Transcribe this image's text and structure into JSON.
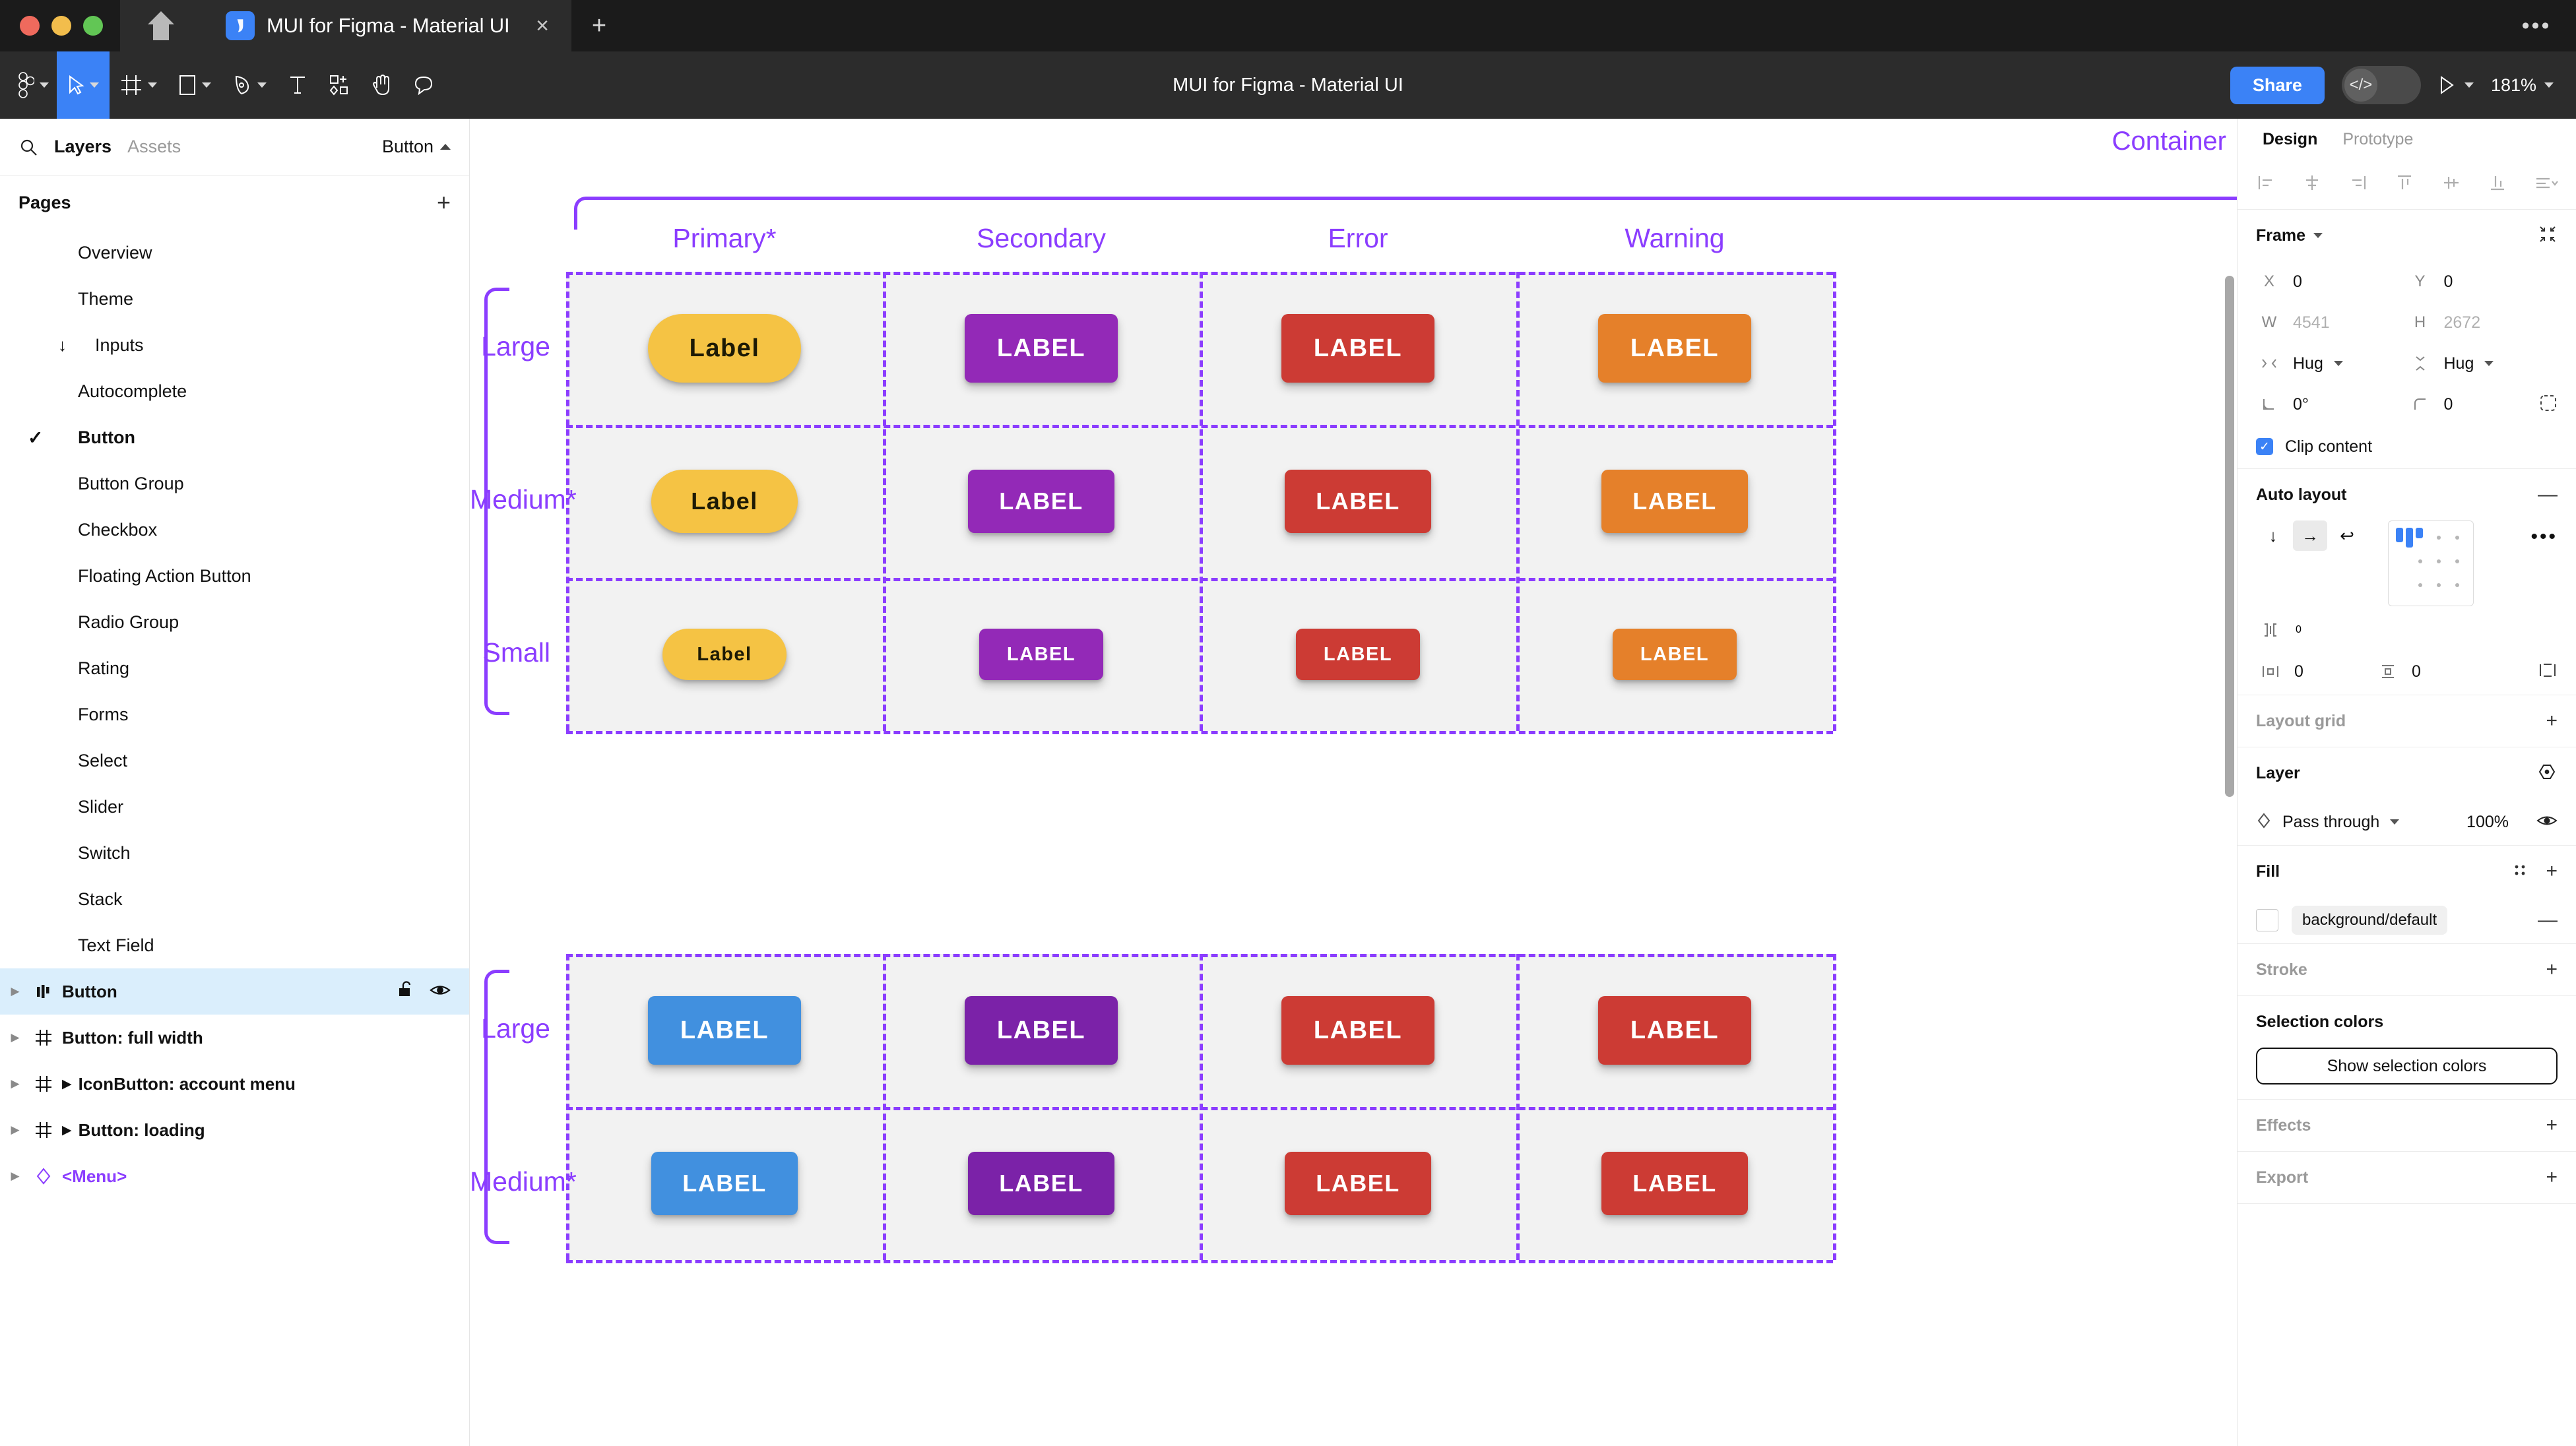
{
  "window": {
    "tab_title": "MUI for Figma - Material UI",
    "tab_close": "×",
    "new_tab": "+",
    "window_menu": "•••"
  },
  "toolbar": {
    "document_title": "MUI for Figma - Material UI",
    "share_label": "Share",
    "code_glyph": "</>",
    "zoom_level": "181%",
    "tools": [
      {
        "name": "figma-menu-icon",
        "has_caret": true
      },
      {
        "name": "move-tool-icon",
        "has_caret": true,
        "active": true
      },
      {
        "name": "frame-tool-icon",
        "has_caret": true
      },
      {
        "name": "shape-tool-icon",
        "has_caret": true
      },
      {
        "name": "pen-tool-icon",
        "has_caret": true
      },
      {
        "name": "text-tool-icon",
        "has_caret": false
      },
      {
        "name": "resources-tool-icon",
        "has_caret": false
      },
      {
        "name": "hand-tool-icon",
        "has_caret": false
      },
      {
        "name": "comment-tool-icon",
        "has_caret": false
      }
    ]
  },
  "left_panel": {
    "tabs": [
      {
        "label": "Layers",
        "selected": true
      },
      {
        "label": "Assets",
        "selected": false
      }
    ],
    "page_selector": "Button",
    "pages_title": "Pages",
    "pages": [
      {
        "label": "Overview",
        "indent": 1,
        "selected": false,
        "arrow": false
      },
      {
        "label": "Theme",
        "indent": 1,
        "selected": false,
        "arrow": false
      },
      {
        "label": "Inputs",
        "indent": 1,
        "selected": false,
        "arrow": true
      },
      {
        "label": "Autocomplete",
        "indent": 2,
        "selected": false,
        "arrow": false
      },
      {
        "label": "Button",
        "indent": 2,
        "selected": true,
        "arrow": false
      },
      {
        "label": "Button Group",
        "indent": 2,
        "selected": false,
        "arrow": false
      },
      {
        "label": "Checkbox",
        "indent": 2,
        "selected": false,
        "arrow": false
      },
      {
        "label": "Floating Action Button",
        "indent": 2,
        "selected": false,
        "arrow": false
      },
      {
        "label": "Radio Group",
        "indent": 2,
        "selected": false,
        "arrow": false
      },
      {
        "label": "Rating",
        "indent": 2,
        "selected": false,
        "arrow": false
      },
      {
        "label": "Forms",
        "indent": 2,
        "selected": false,
        "arrow": false
      },
      {
        "label": "Select",
        "indent": 2,
        "selected": false,
        "arrow": false
      },
      {
        "label": "Slider",
        "indent": 2,
        "selected": false,
        "arrow": false
      },
      {
        "label": "Switch",
        "indent": 2,
        "selected": false,
        "arrow": false
      },
      {
        "label": "Stack",
        "indent": 2,
        "selected": false,
        "arrow": false
      },
      {
        "label": "Text Field",
        "indent": 2,
        "selected": false,
        "arrow": false
      }
    ],
    "layers": [
      {
        "name": "Button",
        "icon": "component-set-icon",
        "selected": true,
        "expand_caret": false,
        "lock": true,
        "eye": true
      },
      {
        "name": "Button: full width",
        "icon": "frame-icon",
        "selected": false,
        "expand_caret": false
      },
      {
        "name": "IconButton: account menu",
        "icon": "frame-icon",
        "selected": false,
        "expand_caret": true
      },
      {
        "name": "Button: loading",
        "icon": "frame-icon",
        "selected": false,
        "expand_caret": true
      },
      {
        "name": "<Menu>",
        "icon": "component-instance-icon",
        "selected": false,
        "expand_caret": false,
        "is_instance": true
      }
    ]
  },
  "right_panel": {
    "tabs": [
      {
        "label": "Design",
        "selected": true
      },
      {
        "label": "Prototype",
        "selected": false
      }
    ],
    "align_icons": [
      "align-left-icon",
      "align-horizontal-center-icon",
      "align-right-icon",
      "align-top-icon",
      "align-vertical-center-icon",
      "align-bottom-icon",
      "distribute-menu-icon"
    ],
    "frame": {
      "title": "Frame",
      "x_label": "X",
      "x_value": "0",
      "y_label": "Y",
      "y_value": "0",
      "w_label": "W",
      "w_value": "4541",
      "h_label": "H",
      "h_value": "2672",
      "resize_w": "Hug",
      "resize_h": "Hug",
      "rotation": "0°",
      "corner_radius": "0",
      "clip_content_label": "Clip content",
      "clip_content_checked": true
    },
    "auto_layout": {
      "title": "Auto layout",
      "direction_vertical": "↓",
      "direction_horizontal": "→",
      "direction_wrap": "↩",
      "selected_direction": "horizontal",
      "gap_value": "0",
      "padding_horizontal": "0",
      "padding_vertical": "0",
      "more": "•••"
    },
    "layout_grid": {
      "title": "Layout grid"
    },
    "layer": {
      "title": "Layer",
      "blend_mode": "Pass through",
      "opacity": "100%"
    },
    "fill": {
      "title": "Fill",
      "token": "background/default"
    },
    "stroke": {
      "title": "Stroke"
    },
    "selection_colors": {
      "title": "Selection colors",
      "button_label": "Show selection colors"
    },
    "effects": {
      "title": "Effects"
    },
    "export": {
      "title": "Export"
    }
  },
  "canvas": {
    "container_label": "Container",
    "columns": [
      "Primary*",
      "Secondary",
      "Error",
      "Warning"
    ],
    "groups": [
      {
        "rows": [
          "Large",
          "Medium*",
          "Small"
        ],
        "buttons": [
          [
            {
              "label": "Label",
              "bg": "#F5C344",
              "fg": "#1d1a05",
              "shape": "pill"
            },
            {
              "label": "LABEL",
              "bg": "#9329B7",
              "fg": "#ffffff",
              "shape": "rounded"
            },
            {
              "label": "LABEL",
              "bg": "#CC3B34",
              "fg": "#ffffff",
              "shape": "rounded"
            },
            {
              "label": "LABEL",
              "bg": "#E5802A",
              "fg": "#ffffff",
              "shape": "rounded"
            }
          ],
          [
            {
              "label": "Label",
              "bg": "#F5C344",
              "fg": "#1d1a05",
              "shape": "pill"
            },
            {
              "label": "LABEL",
              "bg": "#9329B7",
              "fg": "#ffffff",
              "shape": "rounded"
            },
            {
              "label": "LABEL",
              "bg": "#CC3B34",
              "fg": "#ffffff",
              "shape": "rounded"
            },
            {
              "label": "LABEL",
              "bg": "#E5802A",
              "fg": "#ffffff",
              "shape": "rounded"
            }
          ],
          [
            {
              "label": "Label",
              "bg": "#F5C344",
              "fg": "#1d1a05",
              "shape": "pill"
            },
            {
              "label": "LABEL",
              "bg": "#9329B7",
              "fg": "#ffffff",
              "shape": "rounded"
            },
            {
              "label": "LABEL",
              "bg": "#CC3B34",
              "fg": "#ffffff",
              "shape": "rounded"
            },
            {
              "label": "LABEL",
              "bg": "#E5802A",
              "fg": "#ffffff",
              "shape": "rounded"
            }
          ]
        ]
      },
      {
        "rows": [
          "Large",
          "Medium*"
        ],
        "buttons": [
          [
            {
              "label": "LABEL",
              "bg": "#4190DF",
              "fg": "#ffffff",
              "shape": "rounded"
            },
            {
              "label": "LABEL",
              "bg": "#7B22A8",
              "fg": "#ffffff",
              "shape": "rounded"
            },
            {
              "label": "LABEL",
              "bg": "#CC3B34",
              "fg": "#ffffff",
              "shape": "rounded"
            },
            {
              "label": "LABEL",
              "bg": "#CC3B34",
              "fg": "#ffffff",
              "shape": "rounded"
            }
          ],
          [
            {
              "label": "LABEL",
              "bg": "#4190DF",
              "fg": "#ffffff",
              "shape": "rounded"
            },
            {
              "label": "LABEL",
              "bg": "#7B22A8",
              "fg": "#ffffff",
              "shape": "rounded"
            },
            {
              "label": "LABEL",
              "bg": "#CC3B34",
              "fg": "#ffffff",
              "shape": "rounded"
            },
            {
              "label": "LABEL",
              "bg": "#CC3B34",
              "fg": "#ffffff",
              "shape": "rounded"
            }
          ]
        ]
      }
    ],
    "accent_color": "#8b3dff"
  }
}
